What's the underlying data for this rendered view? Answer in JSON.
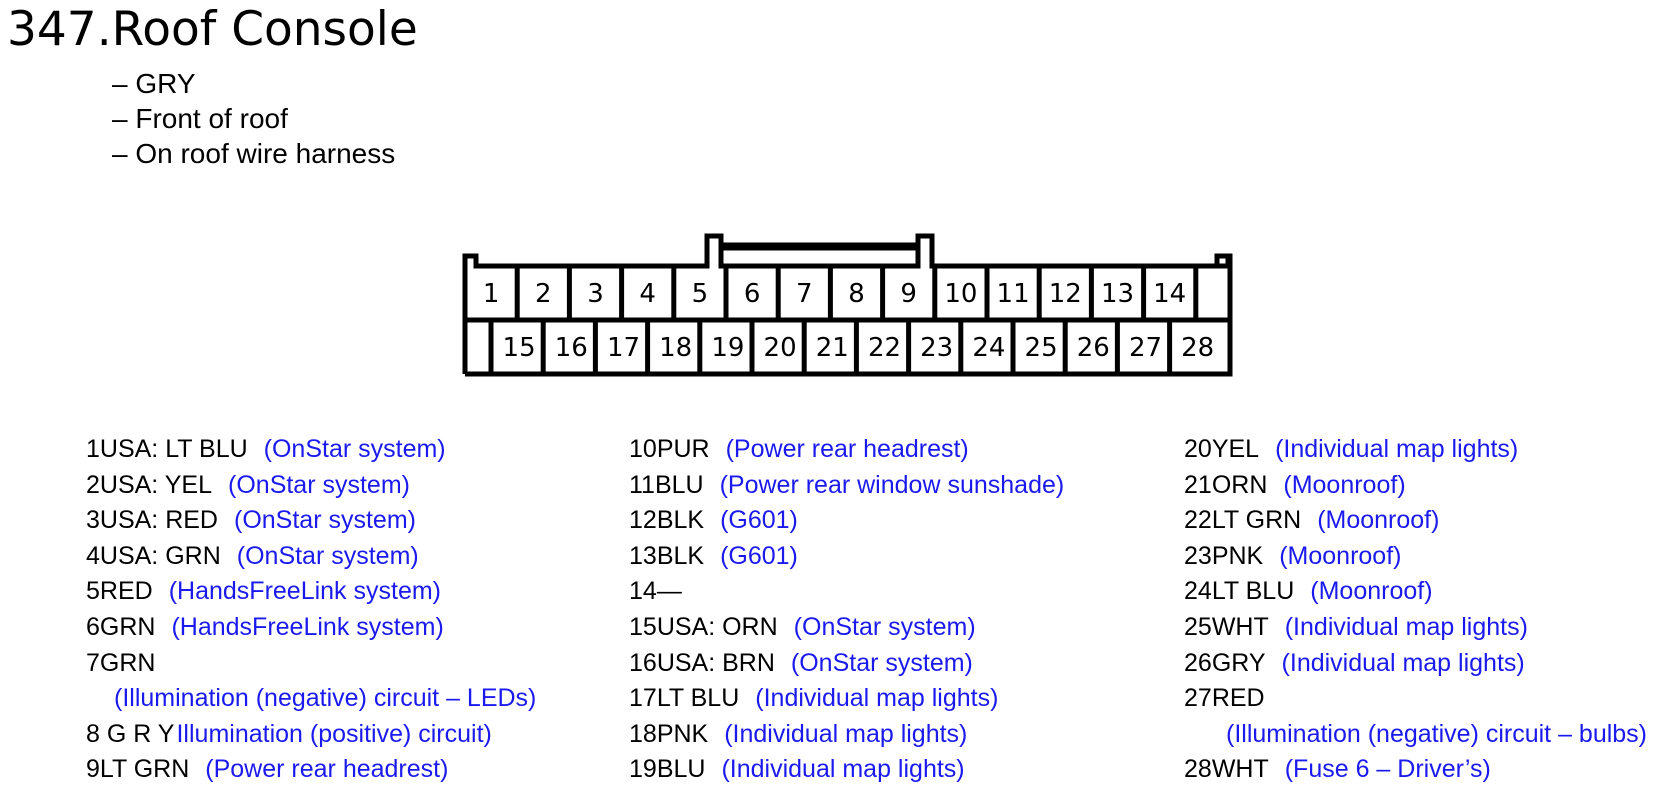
{
  "title": {
    "number": "347.",
    "text": "Roof Console"
  },
  "bullets": [
    "– GRY",
    "– Front of roof",
    "– On roof wire harness"
  ],
  "connector": {
    "top_row": [
      "1",
      "2",
      "3",
      "4",
      "5",
      "6",
      "7",
      "8",
      "9",
      "10",
      "11",
      "12",
      "13",
      "14"
    ],
    "bottom_row": [
      "15",
      "16",
      "17",
      "18",
      "19",
      "20",
      "21",
      "22",
      "23",
      "24",
      "25",
      "26",
      "27",
      "28"
    ]
  },
  "pins": {
    "col1": [
      {
        "pin": "1",
        "wire": "USA: LT BLU",
        "desc": "(OnStar system)"
      },
      {
        "pin": "2",
        "wire": "USA: YEL",
        "desc": "(OnStar system)"
      },
      {
        "pin": "3",
        "wire": "USA: RED",
        "desc": "(OnStar system)"
      },
      {
        "pin": "4",
        "wire": "USA: GRN",
        "desc": "(OnStar system)"
      },
      {
        "pin": "5",
        "wire": "RED",
        "desc": "(HandsFreeLink system)"
      },
      {
        "pin": "6",
        "wire": "GRN",
        "desc": "(HandsFreeLink system)"
      },
      {
        "pin": "7",
        "wire": "GRN",
        "desc": "(Illumination (negative) circuit – LEDs)"
      },
      {
        "pin": "8",
        "wire": "G R Y",
        "desc": "Illumination (positive) circuit)"
      },
      {
        "pin": "9",
        "wire": "LT GRN",
        "desc": "(Power rear headrest)"
      }
    ],
    "col2": [
      {
        "pin": "10",
        "wire": "PUR",
        "desc": "(Power rear headrest)"
      },
      {
        "pin": "11",
        "wire": "BLU",
        "desc": "(Power rear window sunshade)"
      },
      {
        "pin": "12",
        "wire": "BLK",
        "desc": "(G601)"
      },
      {
        "pin": "13",
        "wire": "BLK",
        "desc": "(G601)"
      },
      {
        "pin": "14",
        "wire": "—",
        "desc": ""
      },
      {
        "pin": "15",
        "wire": "USA: ORN",
        "desc": "(OnStar system)"
      },
      {
        "pin": "16",
        "wire": "USA: BRN",
        "desc": "(OnStar system)"
      },
      {
        "pin": "17",
        "wire": "LT BLU",
        "desc": "(Individual map lights)"
      },
      {
        "pin": "18",
        "wire": "PNK",
        "desc": "(Individual map lights)"
      },
      {
        "pin": "19",
        "wire": "BLU",
        "desc": "(Individual map lights)"
      }
    ],
    "col3": [
      {
        "pin": "20",
        "wire": "YEL",
        "desc": "(Individual map lights)"
      },
      {
        "pin": "21",
        "wire": "ORN",
        "desc": "(Moonroof)"
      },
      {
        "pin": "22",
        "wire": "LT GRN",
        "desc": "(Moonroof)"
      },
      {
        "pin": "23",
        "wire": "PNK",
        "desc": "(Moonroof)"
      },
      {
        "pin": "24",
        "wire": "LT BLU",
        "desc": "(Moonroof)"
      },
      {
        "pin": "25",
        "wire": "WHT",
        "desc": "(Individual map lights)"
      },
      {
        "pin": "26",
        "wire": "GRY",
        "desc": "(Individual map lights)"
      },
      {
        "pin": "27",
        "wire": "RED",
        "desc": "(Illumination (negative) circuit – bulbs)"
      },
      {
        "pin": "28",
        "wire": "WHT",
        "desc": "(Fuse 6 – Driver’s)"
      }
    ]
  },
  "colors": {
    "description": "#1a1aef",
    "line": "#000000"
  }
}
